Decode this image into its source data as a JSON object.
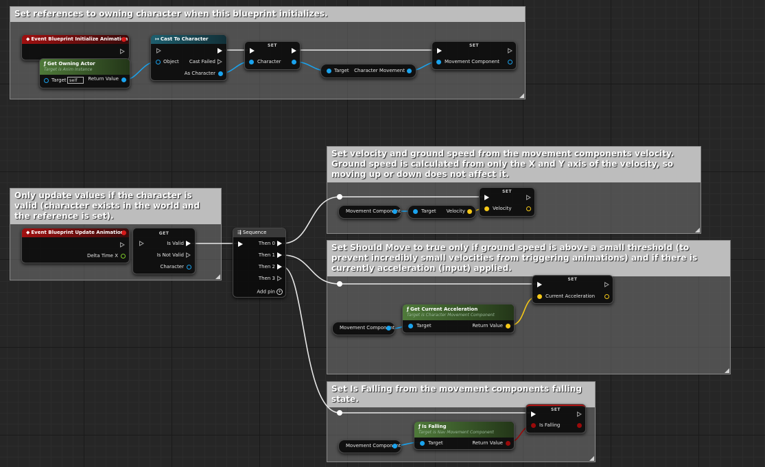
{
  "comments": {
    "c1": "Set references to owning character when this blueprint initializes.",
    "c2": "Only update values if the character is valid (character exists in the world and the reference is set).",
    "c3": "Set velocity and ground speed from the movement components velocity. Ground speed is calculated from only the X and Y axis of the velocity, so moving up or down does not affect it.",
    "c4": "Set Should Move to true only if ground speed is above a small threshold (to prevent incredibly small velocities from triggering animations) and if there is currently acceleration (input) applied.",
    "c5": "Set Is Falling from the movement components falling state."
  },
  "nodes": {
    "event_init": {
      "title": "Event Blueprint Initialize Animation"
    },
    "get_owning_actor": {
      "title": "Get Owning Actor",
      "subtitle": "Target is Anim Instance",
      "target": "Target",
      "target_value": "self",
      "return": "Return Value"
    },
    "cast": {
      "title": "Cast To Character",
      "object": "Object",
      "cast_failed": "Cast Failed",
      "as_character": "As Character"
    },
    "set_character": {
      "title": "SET",
      "pin": "Character"
    },
    "character_movement": {
      "target": "Target",
      "output": "Character Movement"
    },
    "set_movement_component": {
      "title": "SET",
      "pin": "Movement Component"
    },
    "event_update": {
      "title": "Event Blueprint Update Animation",
      "delta": "Delta Time X"
    },
    "get_character": {
      "title": "GET",
      "is_valid": "Is Valid",
      "is_not_valid": "Is Not Valid",
      "character": "Character"
    },
    "sequence": {
      "title": "Sequence",
      "then0": "Then 0",
      "then1": "Then 1",
      "then2": "Then 2",
      "then3": "Then 3",
      "add_pin": "Add pin"
    },
    "mc_var1": {
      "label": "Movement Component"
    },
    "velocity_getter": {
      "target": "Target",
      "output": "Velocity"
    },
    "set_velocity": {
      "title": "SET",
      "pin": "Velocity"
    },
    "mc_var2": {
      "label": "Movement Component"
    },
    "get_current_accel": {
      "title": "Get Current Acceleration",
      "subtitle": "Target is Character Movement Component",
      "target": "Target",
      "return": "Return Value"
    },
    "set_accel": {
      "title": "SET",
      "pin": "Current Acceleration"
    },
    "mc_var3": {
      "label": "Movement Component"
    },
    "is_falling": {
      "title": "Is Falling",
      "subtitle": "Target is Nav Movement Component",
      "target": "Target",
      "return": "Return Value"
    },
    "set_falling": {
      "title": "SET",
      "pin": "Is Falling"
    }
  },
  "colors": {
    "exec_wire": "#e8e8e8",
    "object_wire": "#1aa3ee",
    "vector_wire": "#f5c818",
    "bool_wire": "#9a0a0a"
  }
}
